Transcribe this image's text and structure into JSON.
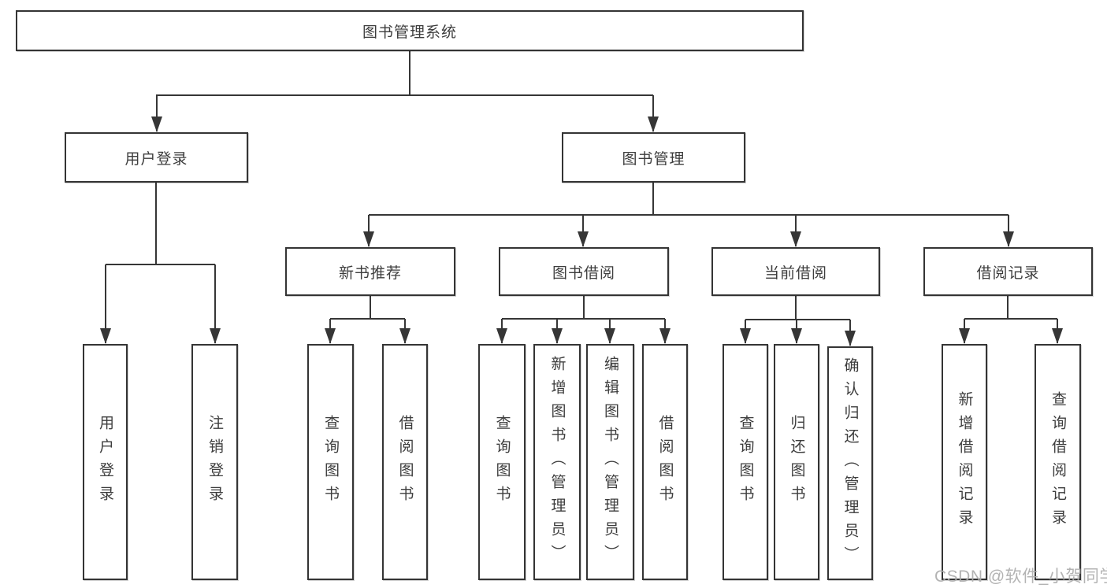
{
  "diagram_type": "hierarchy-tree",
  "colors": {
    "line": "#363636",
    "border": "#343434",
    "text": "#3d3d3d",
    "background": "#ffffff",
    "watermark": "#adadad"
  },
  "tree": {
    "root": {
      "label": "图书管理系统",
      "children": [
        {
          "label": "用户登录",
          "children": [
            {
              "label": "用户登录"
            },
            {
              "label": "注销登录"
            }
          ]
        },
        {
          "label": "图书管理",
          "children": [
            {
              "label": "新书推荐",
              "children": [
                {
                  "label": "查询图书"
                },
                {
                  "label": "借阅图书"
                }
              ]
            },
            {
              "label": "图书借阅",
              "children": [
                {
                  "label": "查询图书"
                },
                {
                  "label": "新增图书（管理员）"
                },
                {
                  "label": "编辑图书（管理员）"
                },
                {
                  "label": "借阅图书"
                }
              ]
            },
            {
              "label": "当前借阅",
              "children": [
                {
                  "label": "查询图书"
                },
                {
                  "label": "归还图书"
                },
                {
                  "label": "确认归还（管理员）"
                }
              ]
            },
            {
              "label": "借阅记录",
              "children": [
                {
                  "label": "新增借阅记录"
                },
                {
                  "label": "查询借阅记录"
                }
              ]
            }
          ]
        }
      ]
    }
  },
  "watermark": {
    "text": "CSDN @软件_小贺同学"
  }
}
